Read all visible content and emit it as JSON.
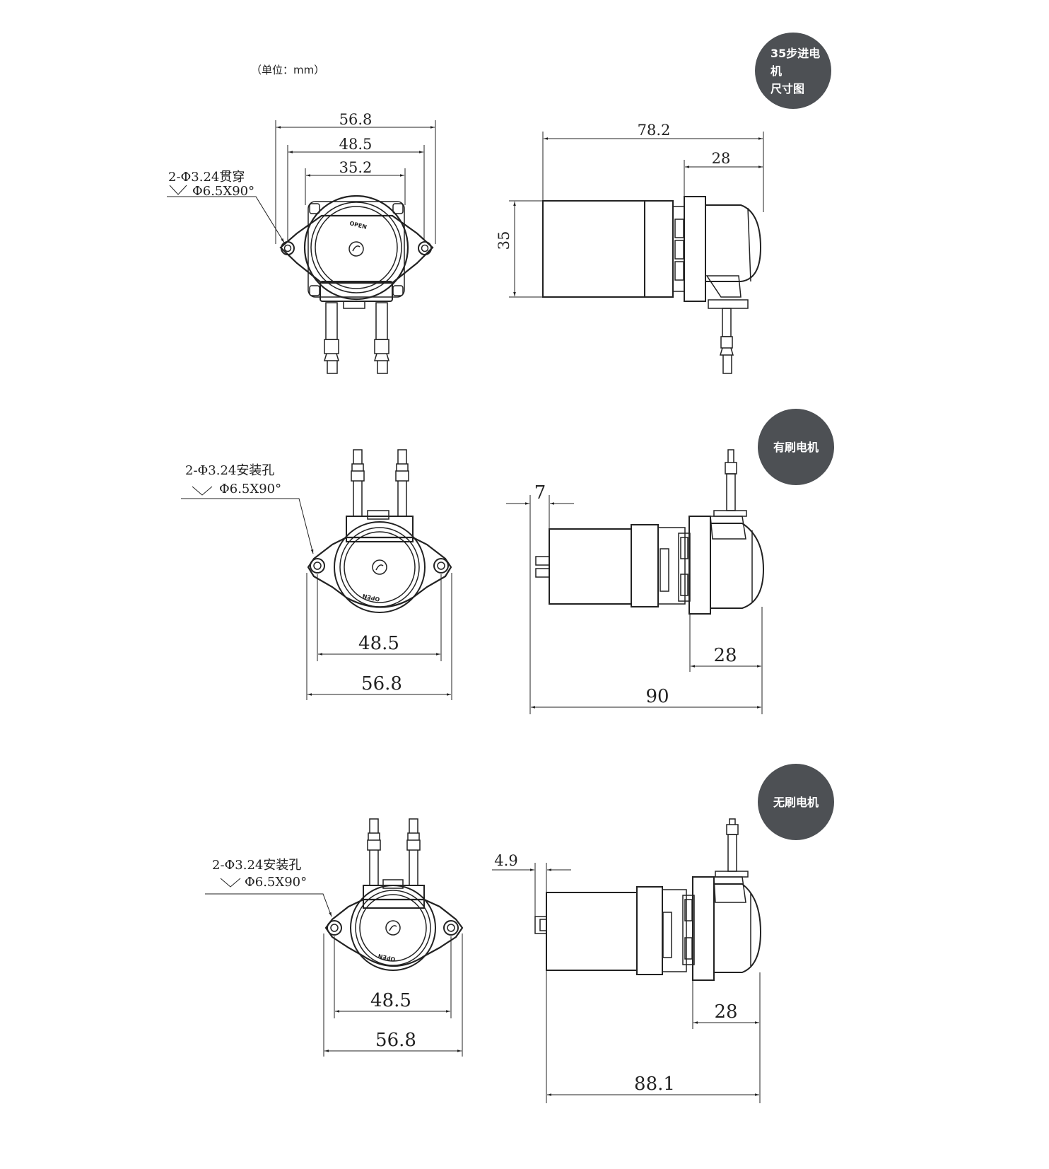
{
  "unit_note": "（单位：mm）",
  "badges": {
    "stepper": [
      "35步进电机",
      "尺寸图"
    ],
    "brushed": "有刷电机",
    "brushless": "无刷电机"
  },
  "stepper": {
    "front": {
      "dim_outer": "56.8",
      "dim_holes": "48.5",
      "dim_body": "35.2",
      "hole_note_1": "2-Φ3.24贯穿",
      "hole_note_2": "Φ6.5X90°",
      "open_label": "OPEN"
    },
    "side": {
      "dim_total": "78.2",
      "dim_head": "28",
      "dim_height": "35"
    }
  },
  "brushed": {
    "front": {
      "hole_note_1": "2-Φ3.24安装孔",
      "hole_note_2": "Φ6.5X90°",
      "dim_holes": "48.5",
      "dim_outer": "56.8",
      "open_label": "OPEN"
    },
    "side": {
      "dim_terminal": "7",
      "dim_head": "28",
      "dim_total": "90"
    }
  },
  "brushless": {
    "front": {
      "hole_note_1": "2-Φ3.24安装孔",
      "hole_note_2": "Φ6.5X90°",
      "dim_holes": "48.5",
      "dim_outer": "56.8",
      "open_label": "OPEN"
    },
    "side": {
      "dim_terminal": "4.9",
      "dim_head": "28",
      "dim_total": "88.1"
    }
  }
}
